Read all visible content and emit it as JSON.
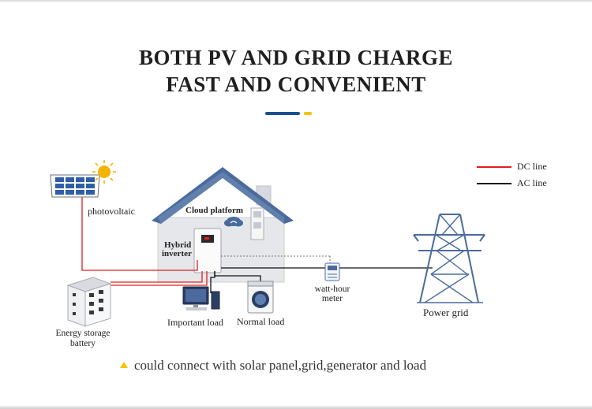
{
  "header": {
    "title_line1": "BOTH PV AND GRID CHARGE",
    "title_line2": "FAST AND CONVENIENT"
  },
  "legend": {
    "dc_label": "DC line",
    "ac_label": "AC line",
    "dc_color": "#e02020",
    "ac_color": "#111111"
  },
  "labels": {
    "photovoltaic": "photovoltaic",
    "cloud_platform": "Cloud platform",
    "hybrid_inverter_line1": "Hybrid",
    "hybrid_inverter_line2": "inverter",
    "energy_storage_line1": "Energy storage",
    "energy_storage_line2": "battery",
    "important_load": "Important load",
    "normal_load": "Normal load",
    "meter_line1": "watt-hour",
    "meter_line2": "meter",
    "power_grid": "Power grid"
  },
  "footnote": "could connect with solar panel,grid,generator and load",
  "colors": {
    "house_roof": "#4a6b9c",
    "house_wall": "#e6e7ea",
    "tower": "#4a6b9c",
    "accent_blue": "#1d4f91",
    "accent_yellow": "#f5c400"
  }
}
